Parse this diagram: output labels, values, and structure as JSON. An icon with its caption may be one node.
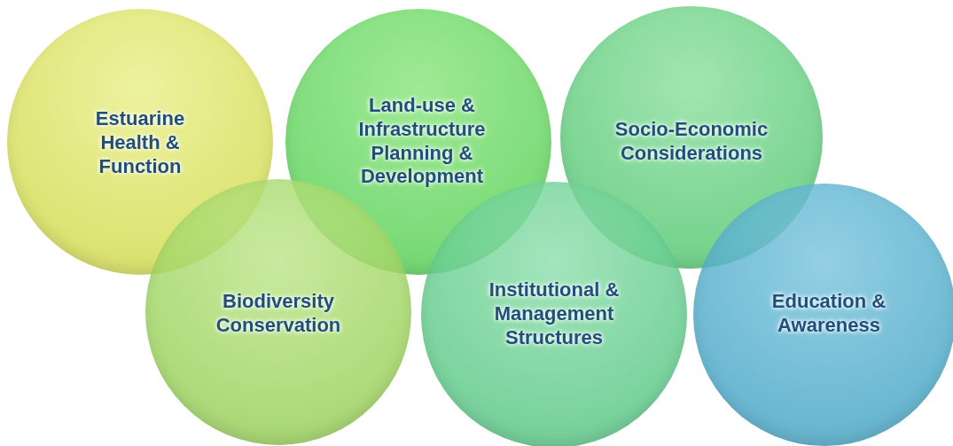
{
  "diagram": {
    "nodes": [
      {
        "text": [
          "Estuarine Health & Function"
        ]
      },
      {
        "text": [
          "Land-use & Infrastructure Planning & Development"
        ]
      },
      {
        "text": [
          "Socio-Economic Considerations"
        ]
      },
      {
        "text": [
          "Biodiversity Conservation"
        ]
      },
      {
        "text": [
          "Institutional & Management Structures"
        ]
      },
      {
        "text": [
          "Education & Awareness"
        ]
      }
    ]
  }
}
